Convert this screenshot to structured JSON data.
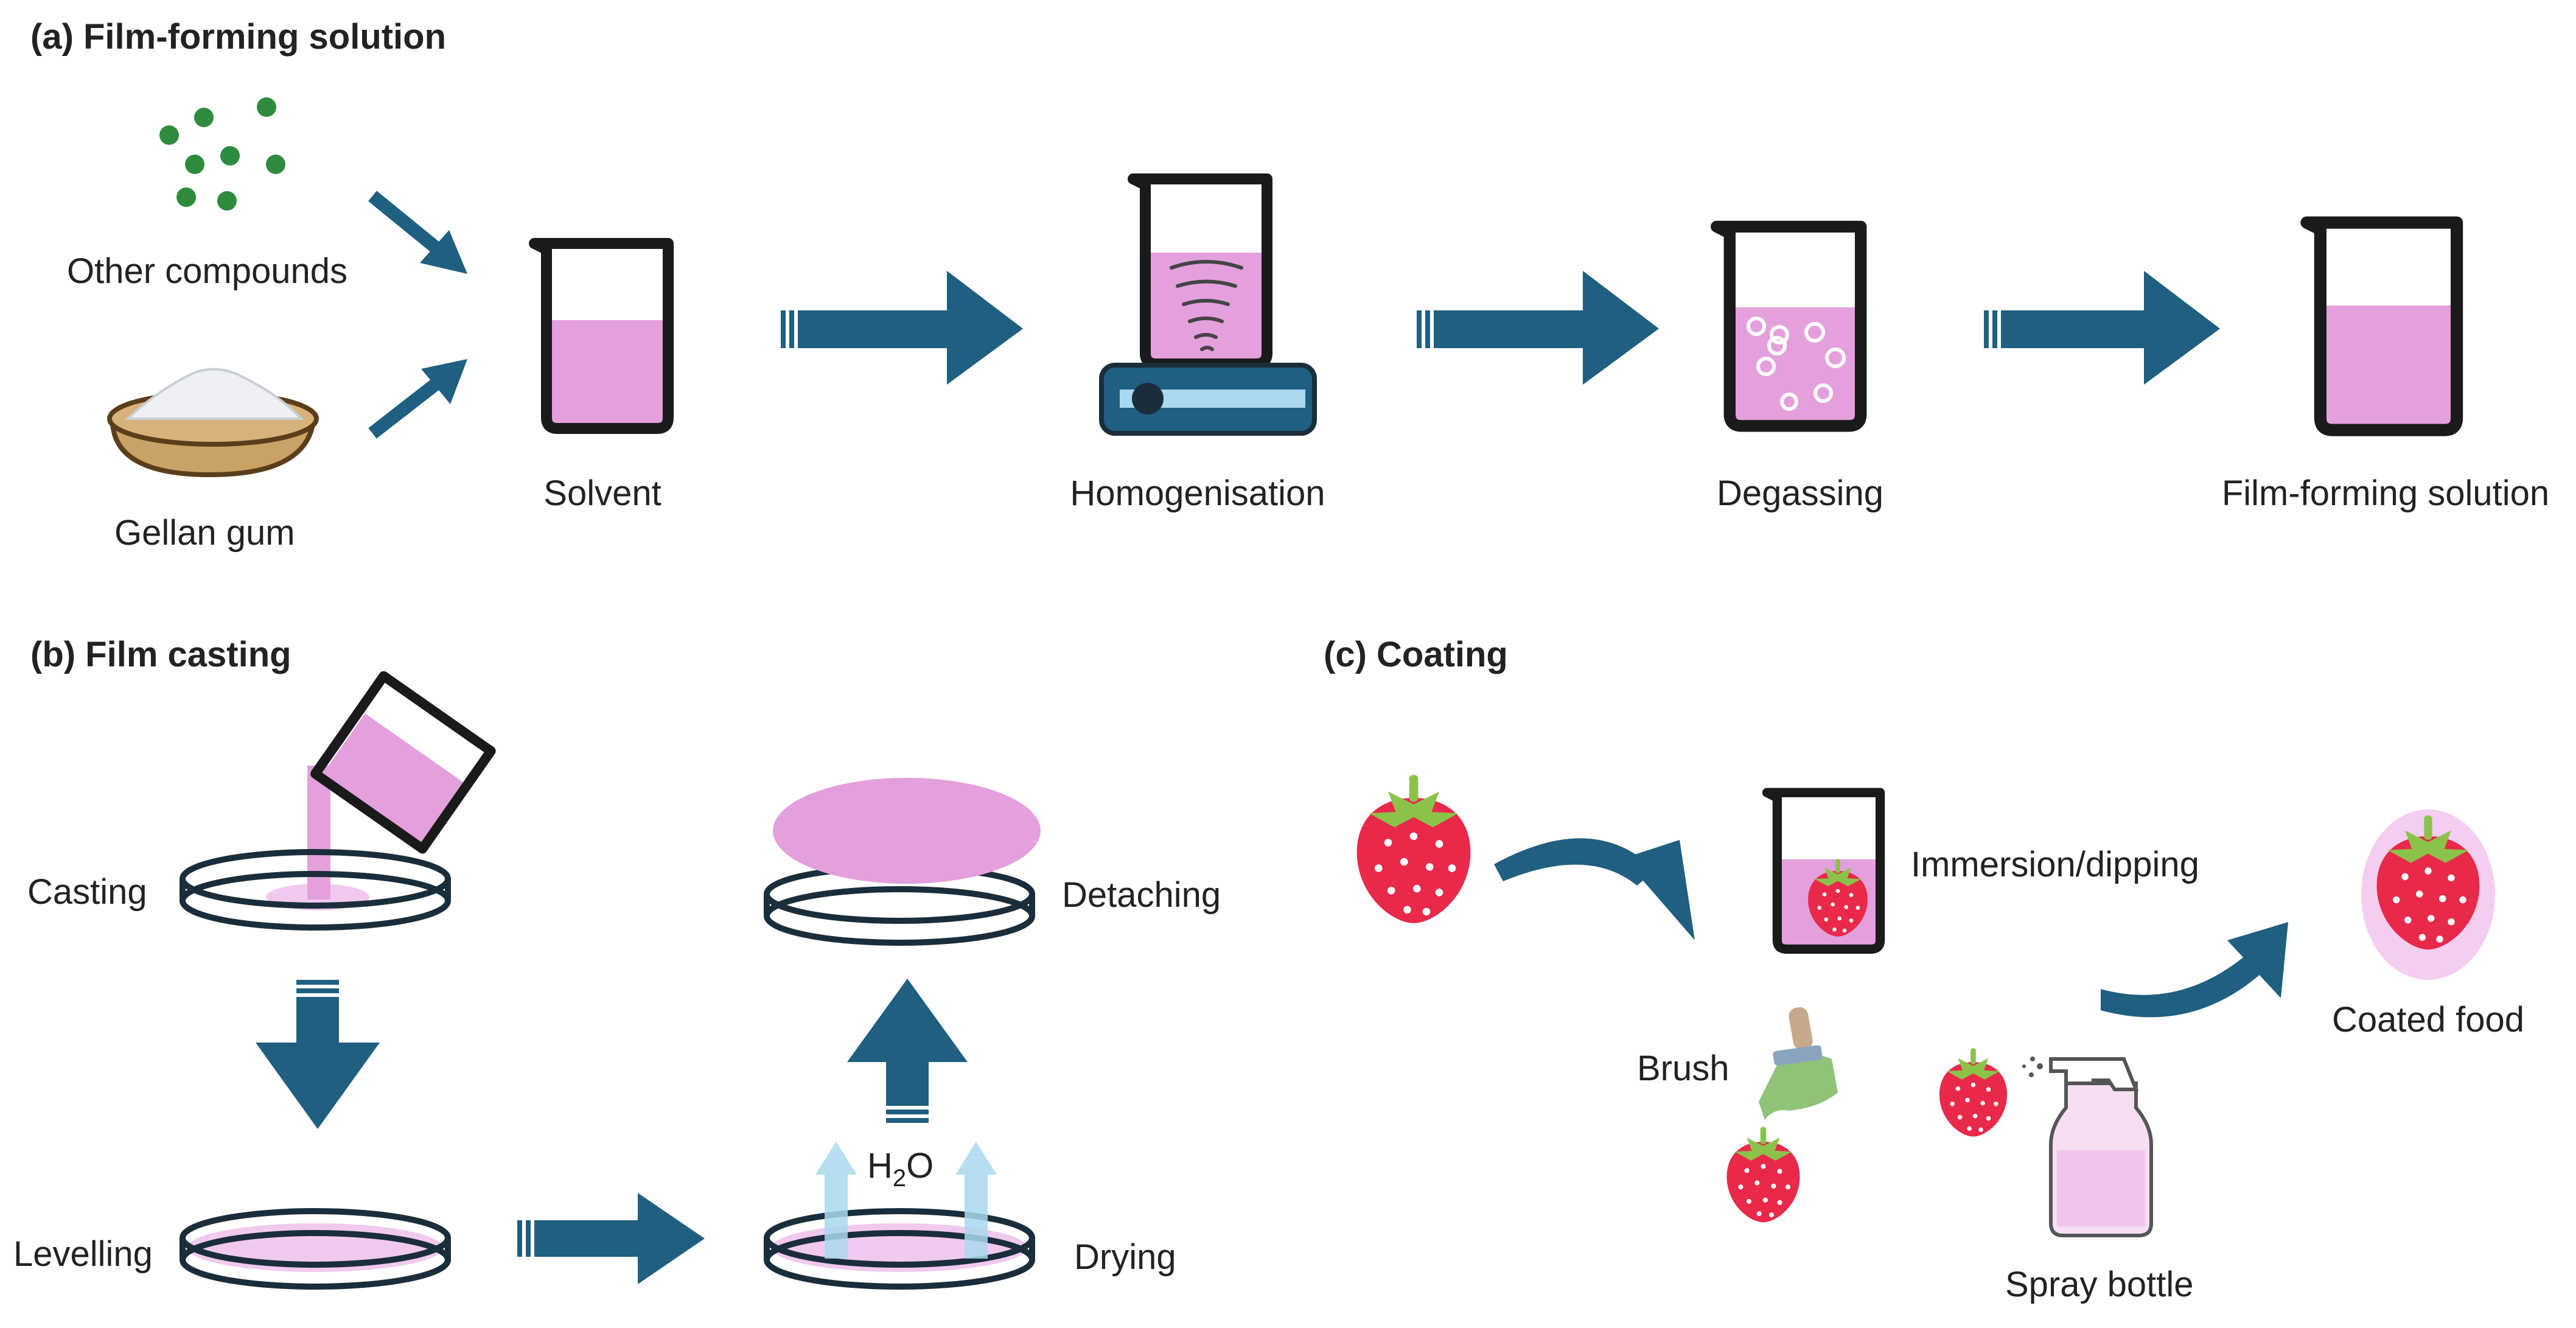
{
  "colors": {
    "arrow": "#1f5f80",
    "liquid": "#e4a0dc",
    "liquid_light": "#efbde9",
    "outline": "#1a1a1a",
    "strawberry": "#e8294a",
    "leaf": "#8bc34a",
    "water_arrow": "#a9d9ef",
    "bead": "#2e8b3e",
    "powder_bowl": "#c9a265"
  },
  "panels": {
    "a": {
      "title": "(a) Film-forming solution",
      "inputs": {
        "compounds": "Other compounds",
        "gum": "Gellan gum"
      },
      "steps": {
        "solvent": "Solvent",
        "homogenisation": "Homogenisation",
        "degassing": "Degassing",
        "final": "Film-forming solution"
      }
    },
    "b": {
      "title": "(b) Film casting",
      "steps": {
        "casting": "Casting",
        "levelling": "Levelling",
        "drying": "Drying",
        "detaching": "Detaching"
      },
      "water_base": "H",
      "water_sub": "2",
      "water_tail": "O"
    },
    "c": {
      "title": "(c) Coating",
      "methods": {
        "immersion": "Immersion/dipping",
        "brush": "Brush",
        "spray": "Spray bottle"
      },
      "result": "Coated food"
    }
  }
}
